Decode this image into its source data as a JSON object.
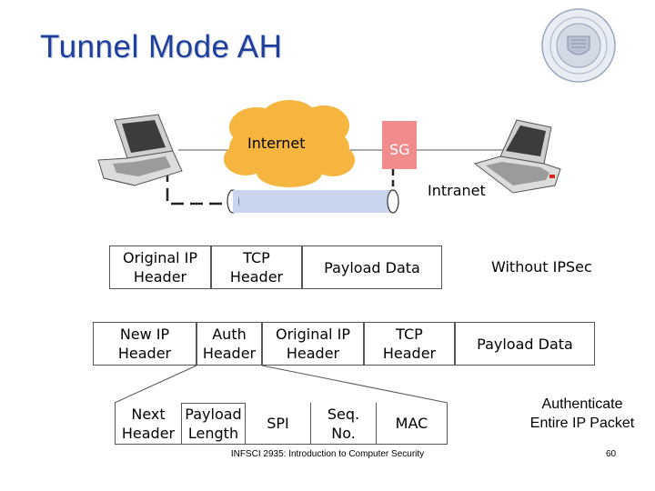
{
  "title": "Tunnel Mode AH",
  "network": {
    "internet_label": "Internet",
    "sg_label": "SG",
    "intranet_label": "Intranet",
    "colors": {
      "cloud": "#f5b53e",
      "sg_box": "#f28b8b",
      "sg_text": "#ffffff",
      "tunnel": "#c9d5ee"
    }
  },
  "rows": {
    "original": {
      "cells": [
        "Original IP\nHeader",
        "TCP\nHeader",
        "Payload Data"
      ],
      "note": "Without IPSec"
    },
    "tunnel": {
      "cells": [
        "New IP\nHeader",
        "Auth\nHeader",
        "Original IP\nHeader",
        "TCP\nHeader",
        "Payload Data"
      ]
    },
    "auth_header": {
      "cells": [
        "Next\nHeader",
        "Payload\nLength",
        "SPI",
        "Seq.\nNo.",
        "MAC"
      ],
      "note": "Authenticate\nEntire IP Packet"
    }
  },
  "footer": "INFSCI 2935: Introduction to Computer Security",
  "page_number": "60"
}
